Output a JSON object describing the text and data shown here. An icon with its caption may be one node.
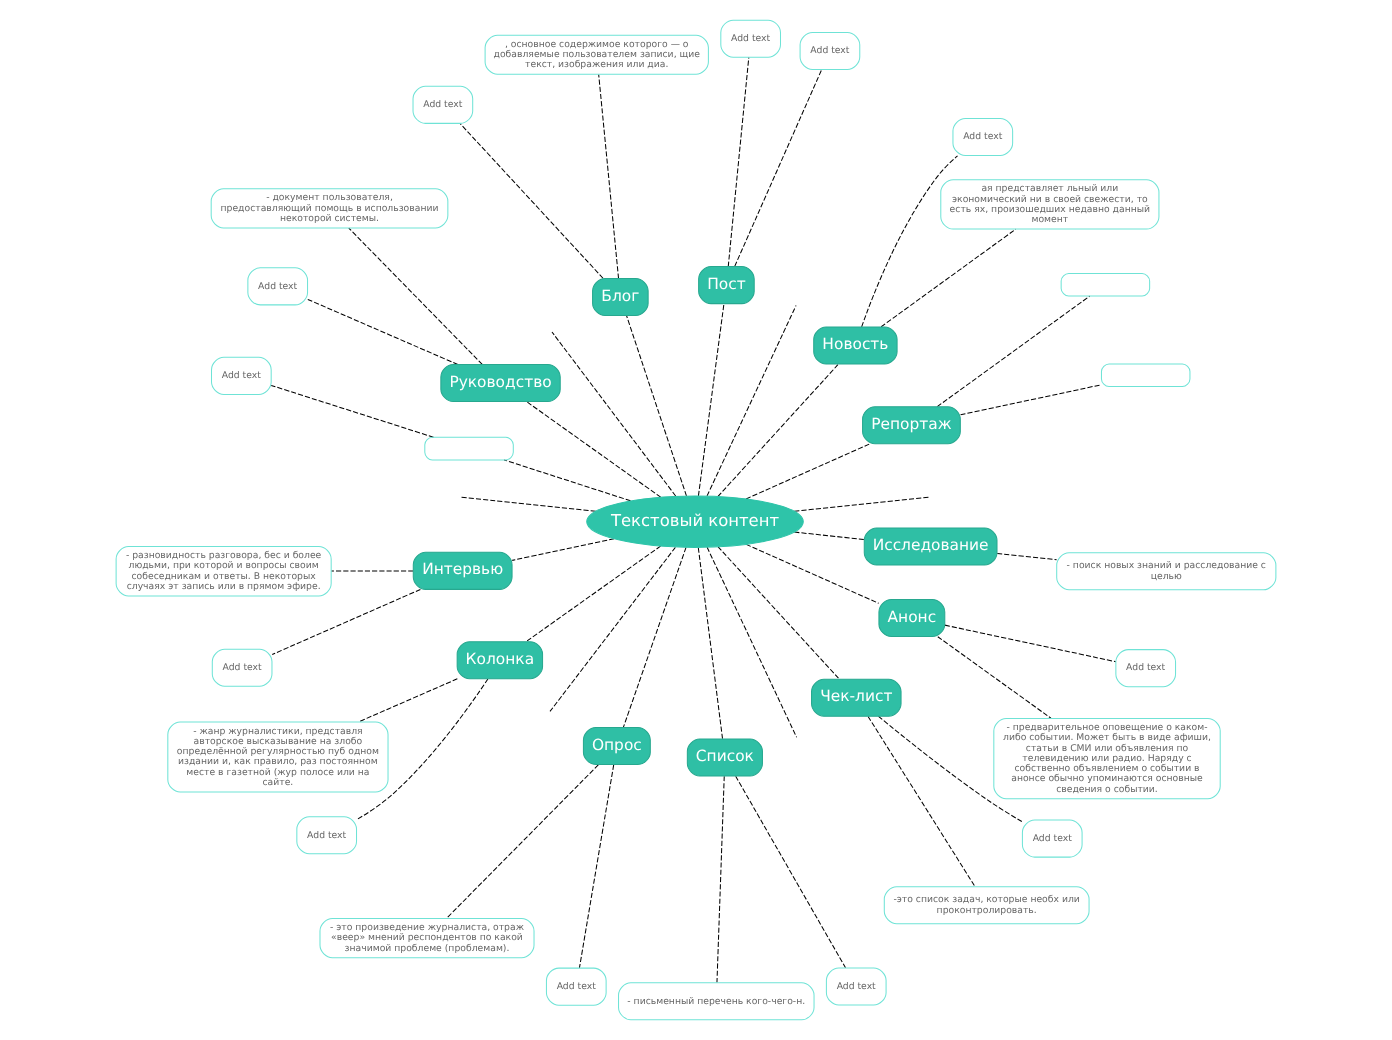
{
  "diagram": {
    "nodes": [
      {
        "text": [
          "Текстовый контент"
        ]
      },
      {
        "text": [
          "Репортаж"
        ]
      },
      {
        "text": [],
        "shape": "box"
      },
      {
        "text": [],
        "shape": "box"
      },
      {
        "text": [
          "Новость"
        ]
      },
      {
        "text": [
          "ая представляет льный или экономический ни в своей свежести, то есть ях, произошедших недавно данный момент"
        ]
      },
      {
        "text": [
          "Add text"
        ]
      },
      {
        "text": [
          "Пост"
        ]
      },
      {
        "text": [
          "Add text"
        ]
      },
      {
        "text": [
          "Add text"
        ]
      },
      {
        "text": [
          "Блог"
        ]
      },
      {
        "text": [
          ", основное содержимое которого — о добавляемые пользователем записи, щие текст, изображения или диа."
        ]
      },
      {
        "text": [
          "Add text"
        ]
      },
      {
        "text": [
          "Руководство"
        ]
      },
      {
        "text": [
          "- документ пользователя, предоставляющий помощь в использовании некоторой системы."
        ]
      },
      {
        "text": [
          "Add text"
        ]
      },
      {
        "text": [],
        "shape": "box"
      },
      {
        "text": [
          "Add text"
        ]
      },
      {
        "text": [
          "Интервью"
        ]
      },
      {
        "text": [
          "- разновидность разговора, бес и более людьми, при которой и вопросы своим собеседникам и ответы. В некоторых случаях эт запись или в прямом эфире."
        ]
      },
      {
        "text": [
          "Add text"
        ]
      },
      {
        "text": [
          "Колонка"
        ]
      },
      {
        "text": [
          "- жанр журналистики, представля авторское высказывание на злобо определённой регулярностью пуб одном издании и, как правило, раз постоянном месте в газетной (жур полосе или на сайте."
        ]
      },
      {
        "text": [
          "Add text"
        ]
      },
      {
        "text": [
          "Опрос"
        ]
      },
      {
        "text": [
          "- это произведение журналиста, отраж «веер» мнений респондентов по какой значимой проблеме (проблемам)."
        ]
      },
      {
        "text": [
          "Add text"
        ]
      },
      {
        "text": [
          "Список"
        ]
      },
      {
        "text": [
          "- письменный перечень кого-чего-н."
        ]
      },
      {
        "text": [
          "Add text"
        ]
      },
      {
        "text": [
          "Чек-лист"
        ]
      },
      {
        "text": [
          "-это список задач, которые необх или проконтролировать."
        ]
      },
      {
        "text": [
          "Add text"
        ]
      },
      {
        "text": [
          "Анонс"
        ]
      },
      {
        "text": [
          "- предварительное оповещение о каком-либо событии. Может быть в виде афиши, статьи в СМИ или объявления по телевидению или радио. Наряду с собственно объявлением о событии в анонсе обычно упоминаются основные сведения о событии."
        ]
      },
      {
        "text": [
          "Add text"
        ]
      },
      {
        "text": [
          "Исследование"
        ]
      },
      {
        "text": [
          "- поиск новых знаний и расследование с целью"
        ]
      }
    ],
    "edges": [
      {
        "from": 0,
        "to": 1,
        "arrow": "none"
      },
      {
        "from": 1,
        "to": 2,
        "arrow": "none"
      },
      {
        "from": 1,
        "to": 3,
        "arrow": "none"
      },
      {
        "from": 0,
        "to": 4,
        "arrow": "none"
      },
      {
        "from": 4,
        "to": 5,
        "arrow": "none"
      },
      {
        "from": 4,
        "to": 6,
        "arrow": "none"
      },
      {
        "from": 0,
        "to": 7,
        "arrow": "none"
      },
      {
        "from": 7,
        "to": 8,
        "arrow": "none"
      },
      {
        "from": 7,
        "to": 9,
        "arrow": "none"
      },
      {
        "from": 0,
        "to": 10,
        "arrow": "none"
      },
      {
        "from": 10,
        "to": 11,
        "arrow": "none"
      },
      {
        "from": 10,
        "to": 12,
        "arrow": "none"
      },
      {
        "from": 0,
        "to": 13,
        "arrow": "none"
      },
      {
        "from": 13,
        "to": 14,
        "arrow": "none"
      },
      {
        "from": 13,
        "to": 15,
        "arrow": "none"
      },
      {
        "from": 0,
        "to": 16,
        "arrow": "none"
      },
      {
        "from": 16,
        "to": 17,
        "arrow": "none"
      },
      {
        "from": 0,
        "to": 18,
        "arrow": "none"
      },
      {
        "from": 18,
        "to": 19,
        "arrow": "none"
      },
      {
        "from": 18,
        "to": 20,
        "arrow": "none"
      },
      {
        "from": 0,
        "to": 21,
        "arrow": "none"
      },
      {
        "from": 21,
        "to": 22,
        "arrow": "none"
      },
      {
        "from": 21,
        "to": 23,
        "arrow": "none"
      },
      {
        "from": 0,
        "to": 24,
        "arrow": "none"
      },
      {
        "from": 24,
        "to": 25,
        "arrow": "none"
      },
      {
        "from": 24,
        "to": 26,
        "arrow": "none"
      },
      {
        "from": 0,
        "to": 27,
        "arrow": "none"
      },
      {
        "from": 27,
        "to": 28,
        "arrow": "none"
      },
      {
        "from": 27,
        "to": 29,
        "arrow": "none"
      },
      {
        "from": 0,
        "to": 30,
        "arrow": "none"
      },
      {
        "from": 30,
        "to": 31,
        "arrow": "none"
      },
      {
        "from": 30,
        "to": 32,
        "arrow": "none"
      },
      {
        "from": 0,
        "to": 33,
        "arrow": "none"
      },
      {
        "from": 33,
        "to": 34,
        "arrow": "none"
      },
      {
        "from": 33,
        "to": 35,
        "arrow": "none"
      },
      {
        "from": 0,
        "to": 36,
        "arrow": "none"
      },
      {
        "from": 36,
        "to": 37,
        "arrow": "none"
      },
      {
        "from": 0,
        "to": null,
        "arrow": "none"
      },
      {
        "from": 0,
        "to": null,
        "arrow": "none"
      },
      {
        "from": 0,
        "to": null,
        "arrow": "none"
      },
      {
        "from": 0,
        "to": null,
        "arrow": "none"
      },
      {
        "from": 0,
        "to": null,
        "arrow": "none"
      },
      {
        "from": 0,
        "to": null,
        "arrow": "none"
      }
    ]
  }
}
